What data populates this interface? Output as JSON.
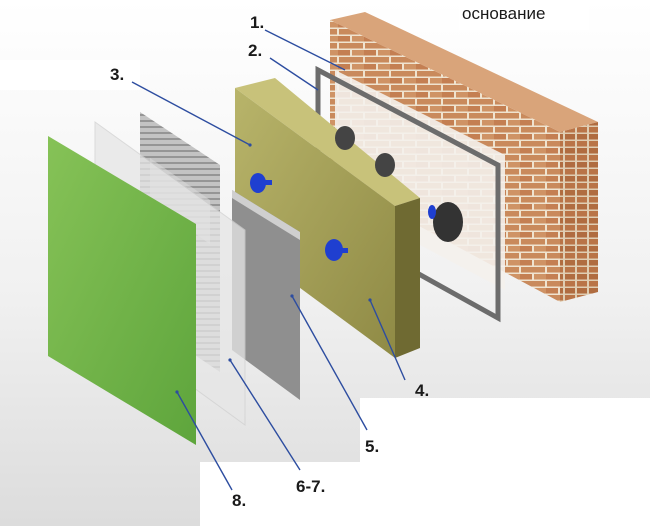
{
  "base_label": "основание",
  "labels": {
    "l1": "1.",
    "l2": "2.",
    "l3": "3.",
    "l4": "4.",
    "l5": "5.",
    "l67": "6-7.",
    "l8": "8."
  },
  "colors": {
    "brick": "#c8855a",
    "mortar": "#efe3cf",
    "insulation": "#a8a35a",
    "insulation_dark": "#7f7a3c",
    "dowel": "#1f3fd0",
    "finish": "#7dbb4e",
    "mesh": "#8e8e8e",
    "frame": "#6e6e6e"
  }
}
